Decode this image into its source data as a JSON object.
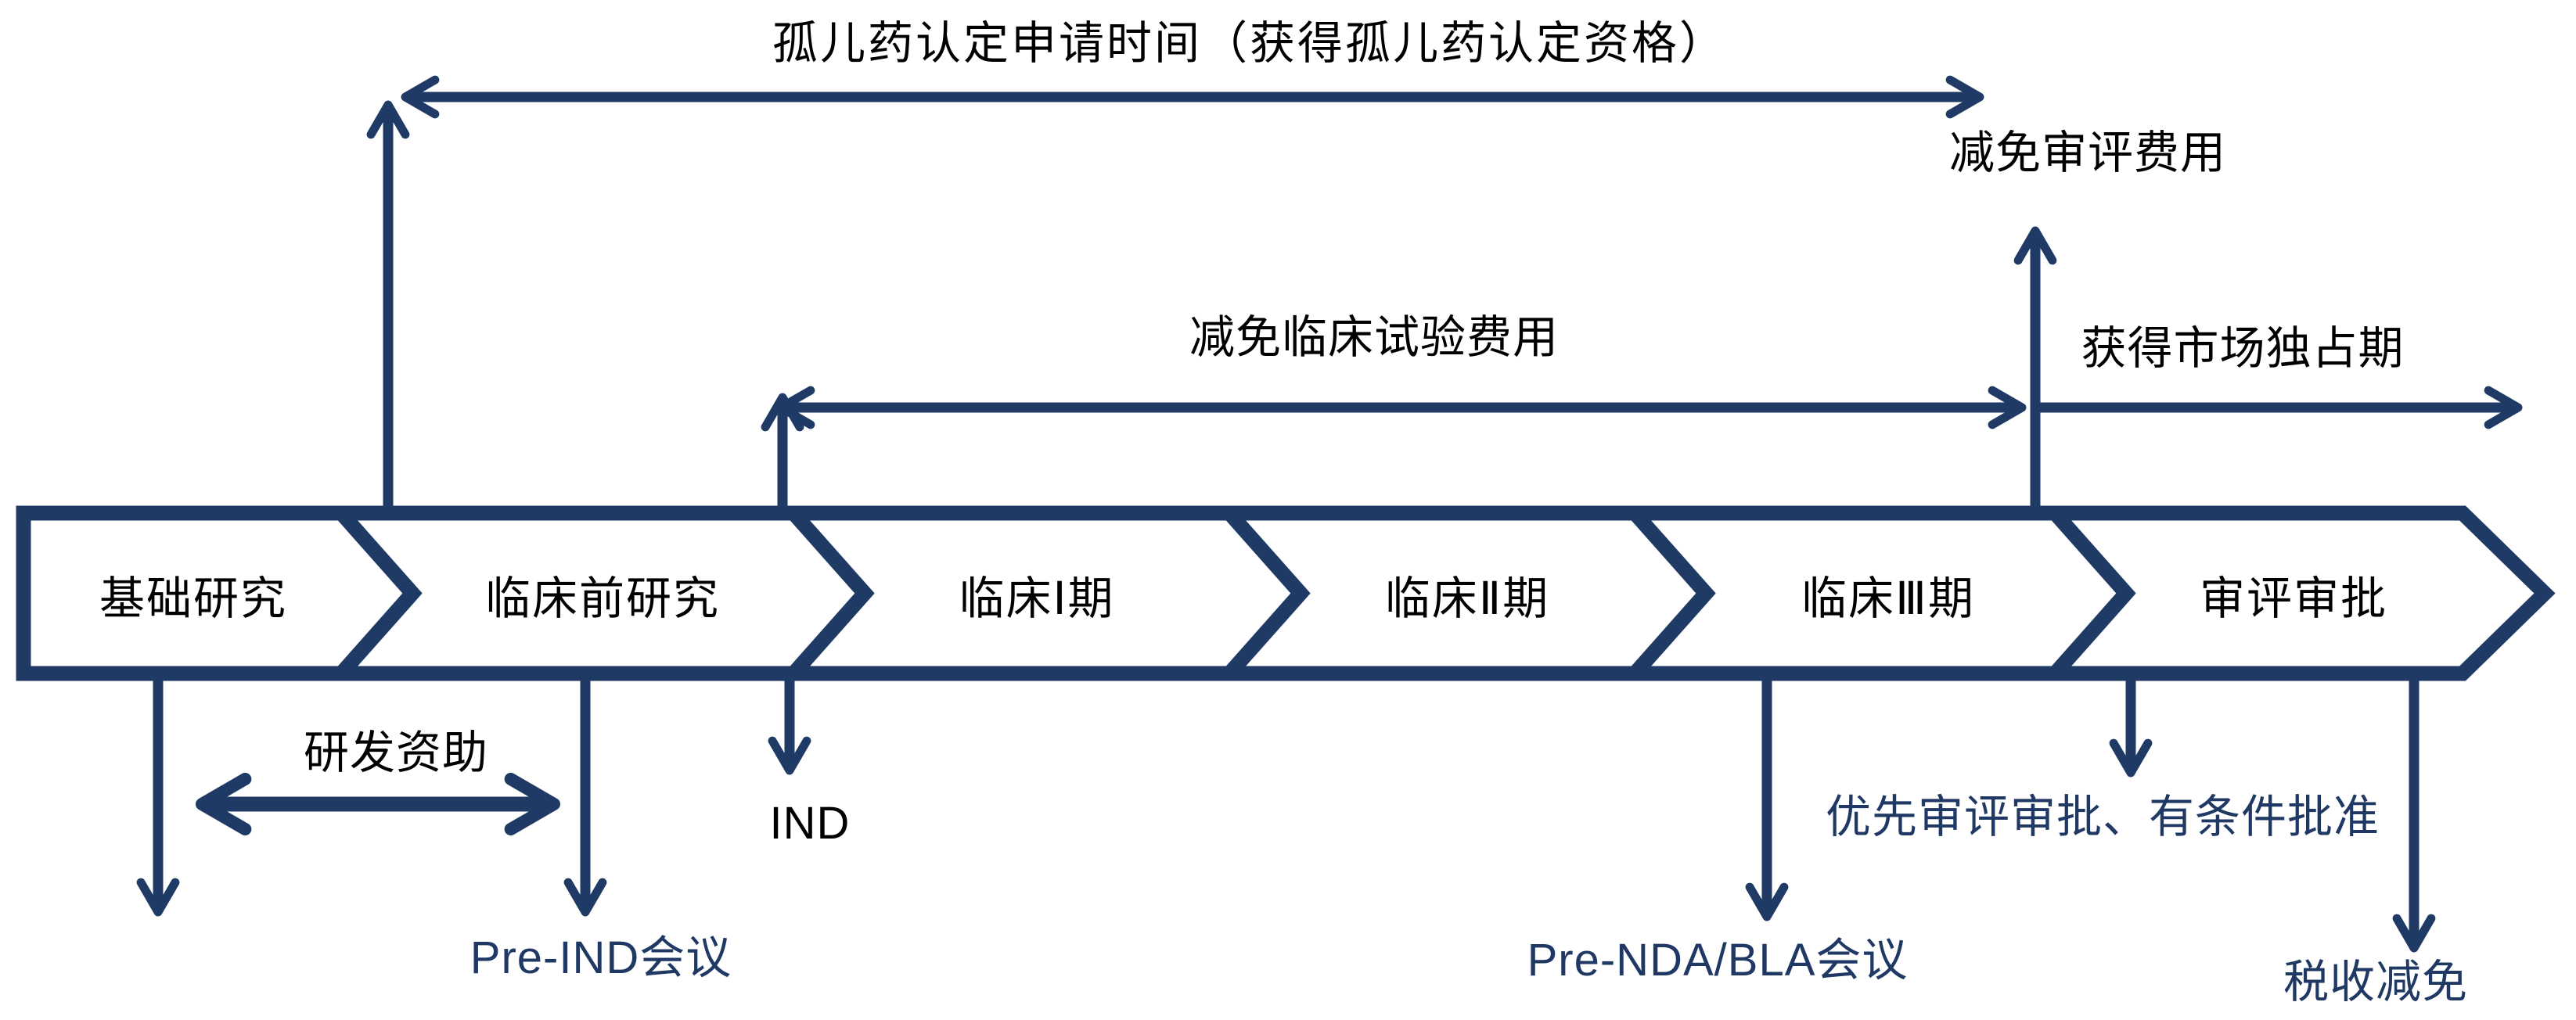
{
  "colors": {
    "navy_shape": "#1f3a64",
    "navy_text": "#1f3864",
    "black_text": "#000000",
    "background": "#ffffff"
  },
  "top": {
    "designation_label": "孤儿药认定申请时间（获得孤儿药认定资格）",
    "review_fee_label": "减免审评费用",
    "clinical_fee_label": "减免临床试验费用",
    "market_exclusivity_label": "获得市场独占期"
  },
  "stages": [
    {
      "label": "基础研究"
    },
    {
      "label": "临床前研究"
    },
    {
      "label": "临床Ⅰ期"
    },
    {
      "label": "临床Ⅱ期"
    },
    {
      "label": "临床Ⅲ期"
    },
    {
      "label": "审评审批"
    }
  ],
  "bottom": {
    "rd_funding_label": "研发资助",
    "ind_label": "IND",
    "pre_ind_meeting_label": "Pre-IND会议",
    "pre_nda_bla_meeting_label": "Pre-NDA/BLA会议",
    "priority_review_label": "优先审评审批、有条件批准",
    "tax_relief_label": "税收减免"
  }
}
